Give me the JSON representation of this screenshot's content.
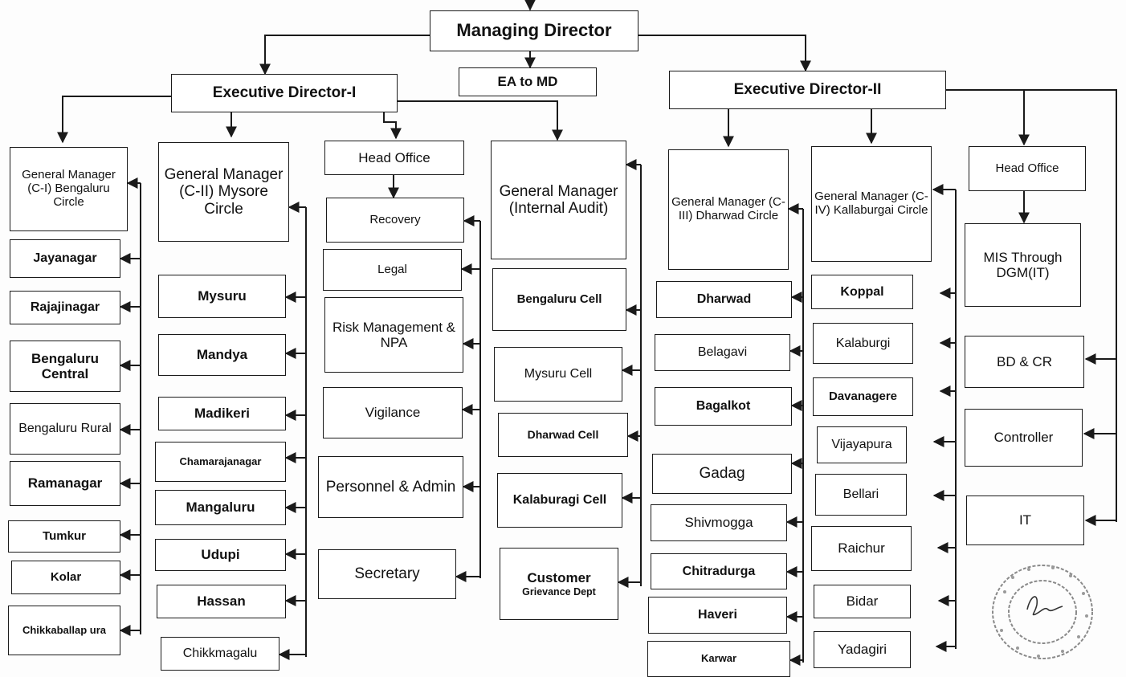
{
  "top": {
    "managing_director": "Managing Director",
    "ea_to_md": "EA to MD",
    "executive_director_1": "Executive Director-I",
    "executive_director_2": "Executive Director-II"
  },
  "col_c1": {
    "head": "General Manager (C-I) Bengaluru Circle",
    "items": [
      "Jayanagar",
      "Rajajinagar",
      "Bengaluru Central",
      "Bengaluru Rural",
      "Ramanagar",
      "Tumkur",
      "Kolar",
      "Chikkaballap ura"
    ]
  },
  "col_c2": {
    "head": "General Manager (C-II) Mysore Circle",
    "items": [
      "Mysuru",
      "Mandya",
      "Madikeri",
      "Chamarajanagar",
      "Mangaluru",
      "Udupi",
      "Hassan",
      "Chikkmagalu"
    ]
  },
  "col_ho1": {
    "head": "Head Office",
    "items": [
      "Recovery",
      "Legal",
      "Risk Management & NPA",
      "Vigilance",
      "Personnel & Admin",
      "Secretary"
    ]
  },
  "col_audit": {
    "head": "General Manager (Internal Audit)",
    "items": [
      "Bengaluru Cell",
      "Mysuru Cell",
      "Dharwad Cell",
      "Kalaburagi Cell"
    ],
    "customer_line1": "Customer",
    "customer_line2": "Grievance Dept"
  },
  "col_c3": {
    "head": "General Manager (C-III) Dharwad Circle",
    "items": [
      "Dharwad",
      "Belagavi",
      "Bagalkot",
      "Gadag",
      "Shivmogga",
      "Chitradurga",
      "Haveri",
      "Karwar"
    ]
  },
  "col_c4": {
    "head": "General Manager (C-IV) Kallaburgai Circle",
    "items": [
      "Koppal",
      "Kalaburgi",
      "Davanagere",
      "Vijayapura",
      "Bellari",
      "Raichur",
      "Bidar",
      "Yadagiri"
    ]
  },
  "col_ho2": {
    "head": "Head Office",
    "items": [
      "MIS Through DGM(IT)",
      "BD & CR",
      "Controller",
      "IT"
    ]
  },
  "colors": {
    "line": "#1a1a1a",
    "stamp": "#8a8a8a",
    "background": "#fdfdfd"
  },
  "icons": {
    "stamp": "official-seal-with-signature"
  }
}
